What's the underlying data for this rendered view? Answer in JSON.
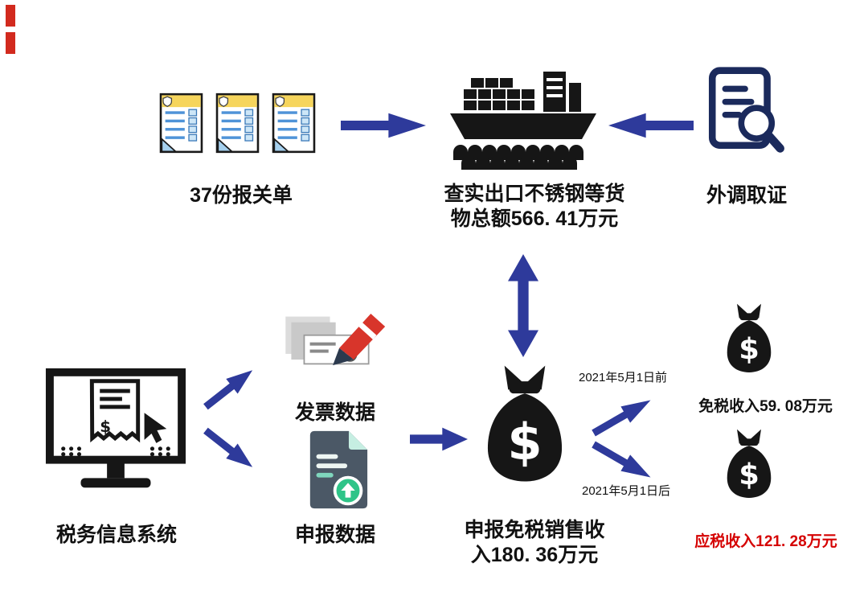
{
  "colors": {
    "arrow_blue": "#2e3a9b",
    "evidence_navy": "#1b2a5c",
    "icon_black": "#161616",
    "highlight_red": "#d50000",
    "doc_header_yellow": "#f6d55c",
    "doc_line_blue": "#4f93d8"
  },
  "nodes": {
    "declarations": {
      "label": "37份报关单"
    },
    "ship": {
      "caption_line1": "查实出口不锈钢等货",
      "caption_line2": "物总额566. 41万元"
    },
    "evidence": {
      "label": "外调取证"
    },
    "tax_system": {
      "label": "税务信息系统"
    },
    "invoice_data": {
      "label": "发票数据"
    },
    "declaration_data": {
      "label": "申报数据"
    },
    "declared_income": {
      "caption_line1": "申报免税销售收",
      "caption_line2": "入180. 36万元"
    },
    "exempt_income": {
      "date": "2021年5月1日前",
      "label": "免税收入59. 08万元"
    },
    "taxable_income": {
      "date": "2021年5月1日后",
      "label": "应税收入121. 28万元"
    }
  }
}
